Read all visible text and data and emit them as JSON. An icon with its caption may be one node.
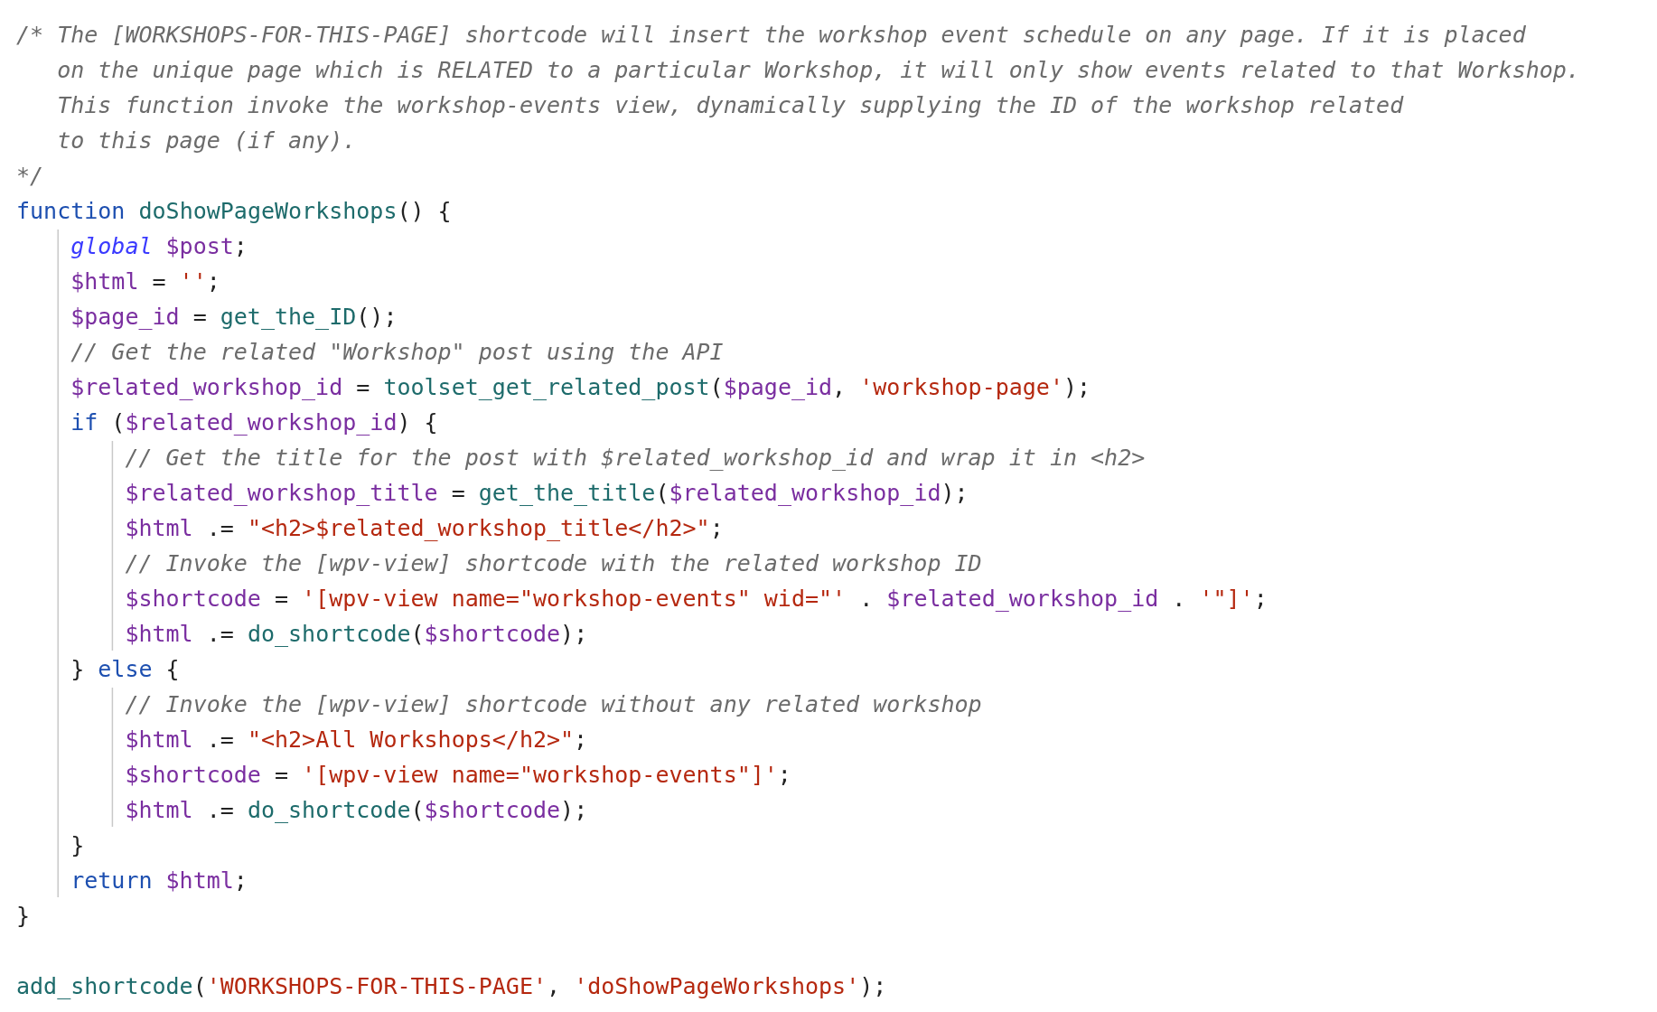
{
  "diagram": {
    "labels": [
      "/* The [WORKSHOPS-FOR-THIS-PAGE] shortcode will insert the workshop event schedule on any page. If it is placed",
      "on the unique page which is RELATED to a particular Workshop, it will only show events related to that Workshop.",
      "This function invoke the workshop-events view, dynamically supplying the ID of the workshop related",
      "to this page (if any).",
      "*/",
      "function doShowPageWorkshops() {",
      "global $post;",
      "$html = '';",
      "$page_id = get_the_ID();",
      "// Get the related \"Workshop\" post using the API",
      "$related_workshop_id = toolset_get_related_post($page_id, 'workshop-page');",
      "if ($related_workshop_id) {",
      "// Get the title for the post with $related_workshop_id and wrap it in <h2>",
      "$related_workshop_title = get_the_title($related_workshop_id);",
      "$html .= \"<h2>$related_workshop_title</h2>\";",
      "// Invoke the [wpv-view] shortcode with the related workshop ID",
      "$shortcode = '[wpv-view name=\"workshop-events\" wid=\"' . $related_workshop_id . '\"]';",
      "$html .= do_shortcode($shortcode);",
      "} else {",
      "// Invoke the [wpv-view] shortcode without any related workshop",
      "$html .= \"<h2>All Workshops</h2>\";",
      "$shortcode = '[wpv-view name=\"workshop-events\"]';",
      "$html .= do_shortcode($shortcode);",
      "}",
      "return $html;",
      "}",
      "add_shortcode('WORKSHOPS-FOR-THIS-PAGE', 'doShowPageWorkshops');"
    ]
  }
}
